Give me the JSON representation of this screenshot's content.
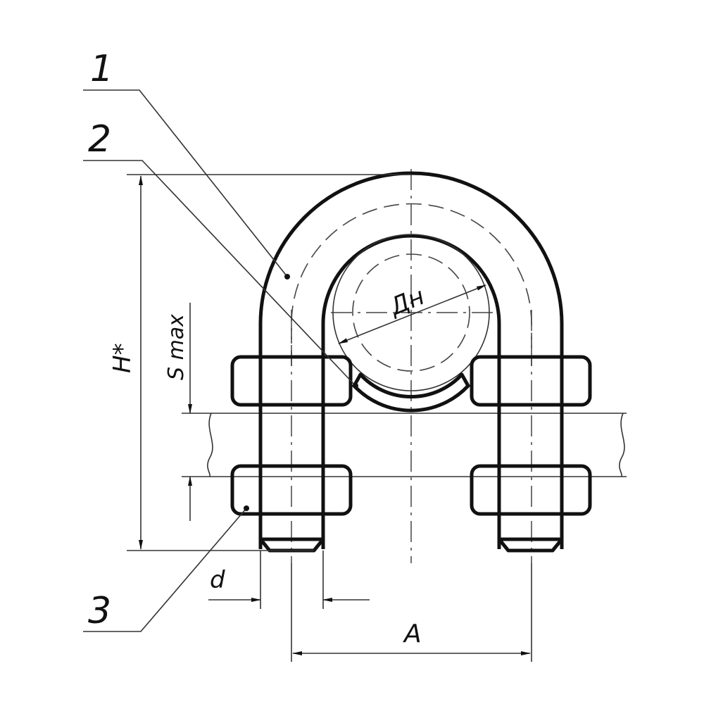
{
  "callouts": {
    "part1": "1",
    "part2": "2",
    "part3": "3"
  },
  "dimensions": {
    "pipe_diameter": "Дн",
    "height": "H*",
    "thickness": "S max",
    "thread_diameter": "d",
    "bolt_spacing": "A"
  }
}
